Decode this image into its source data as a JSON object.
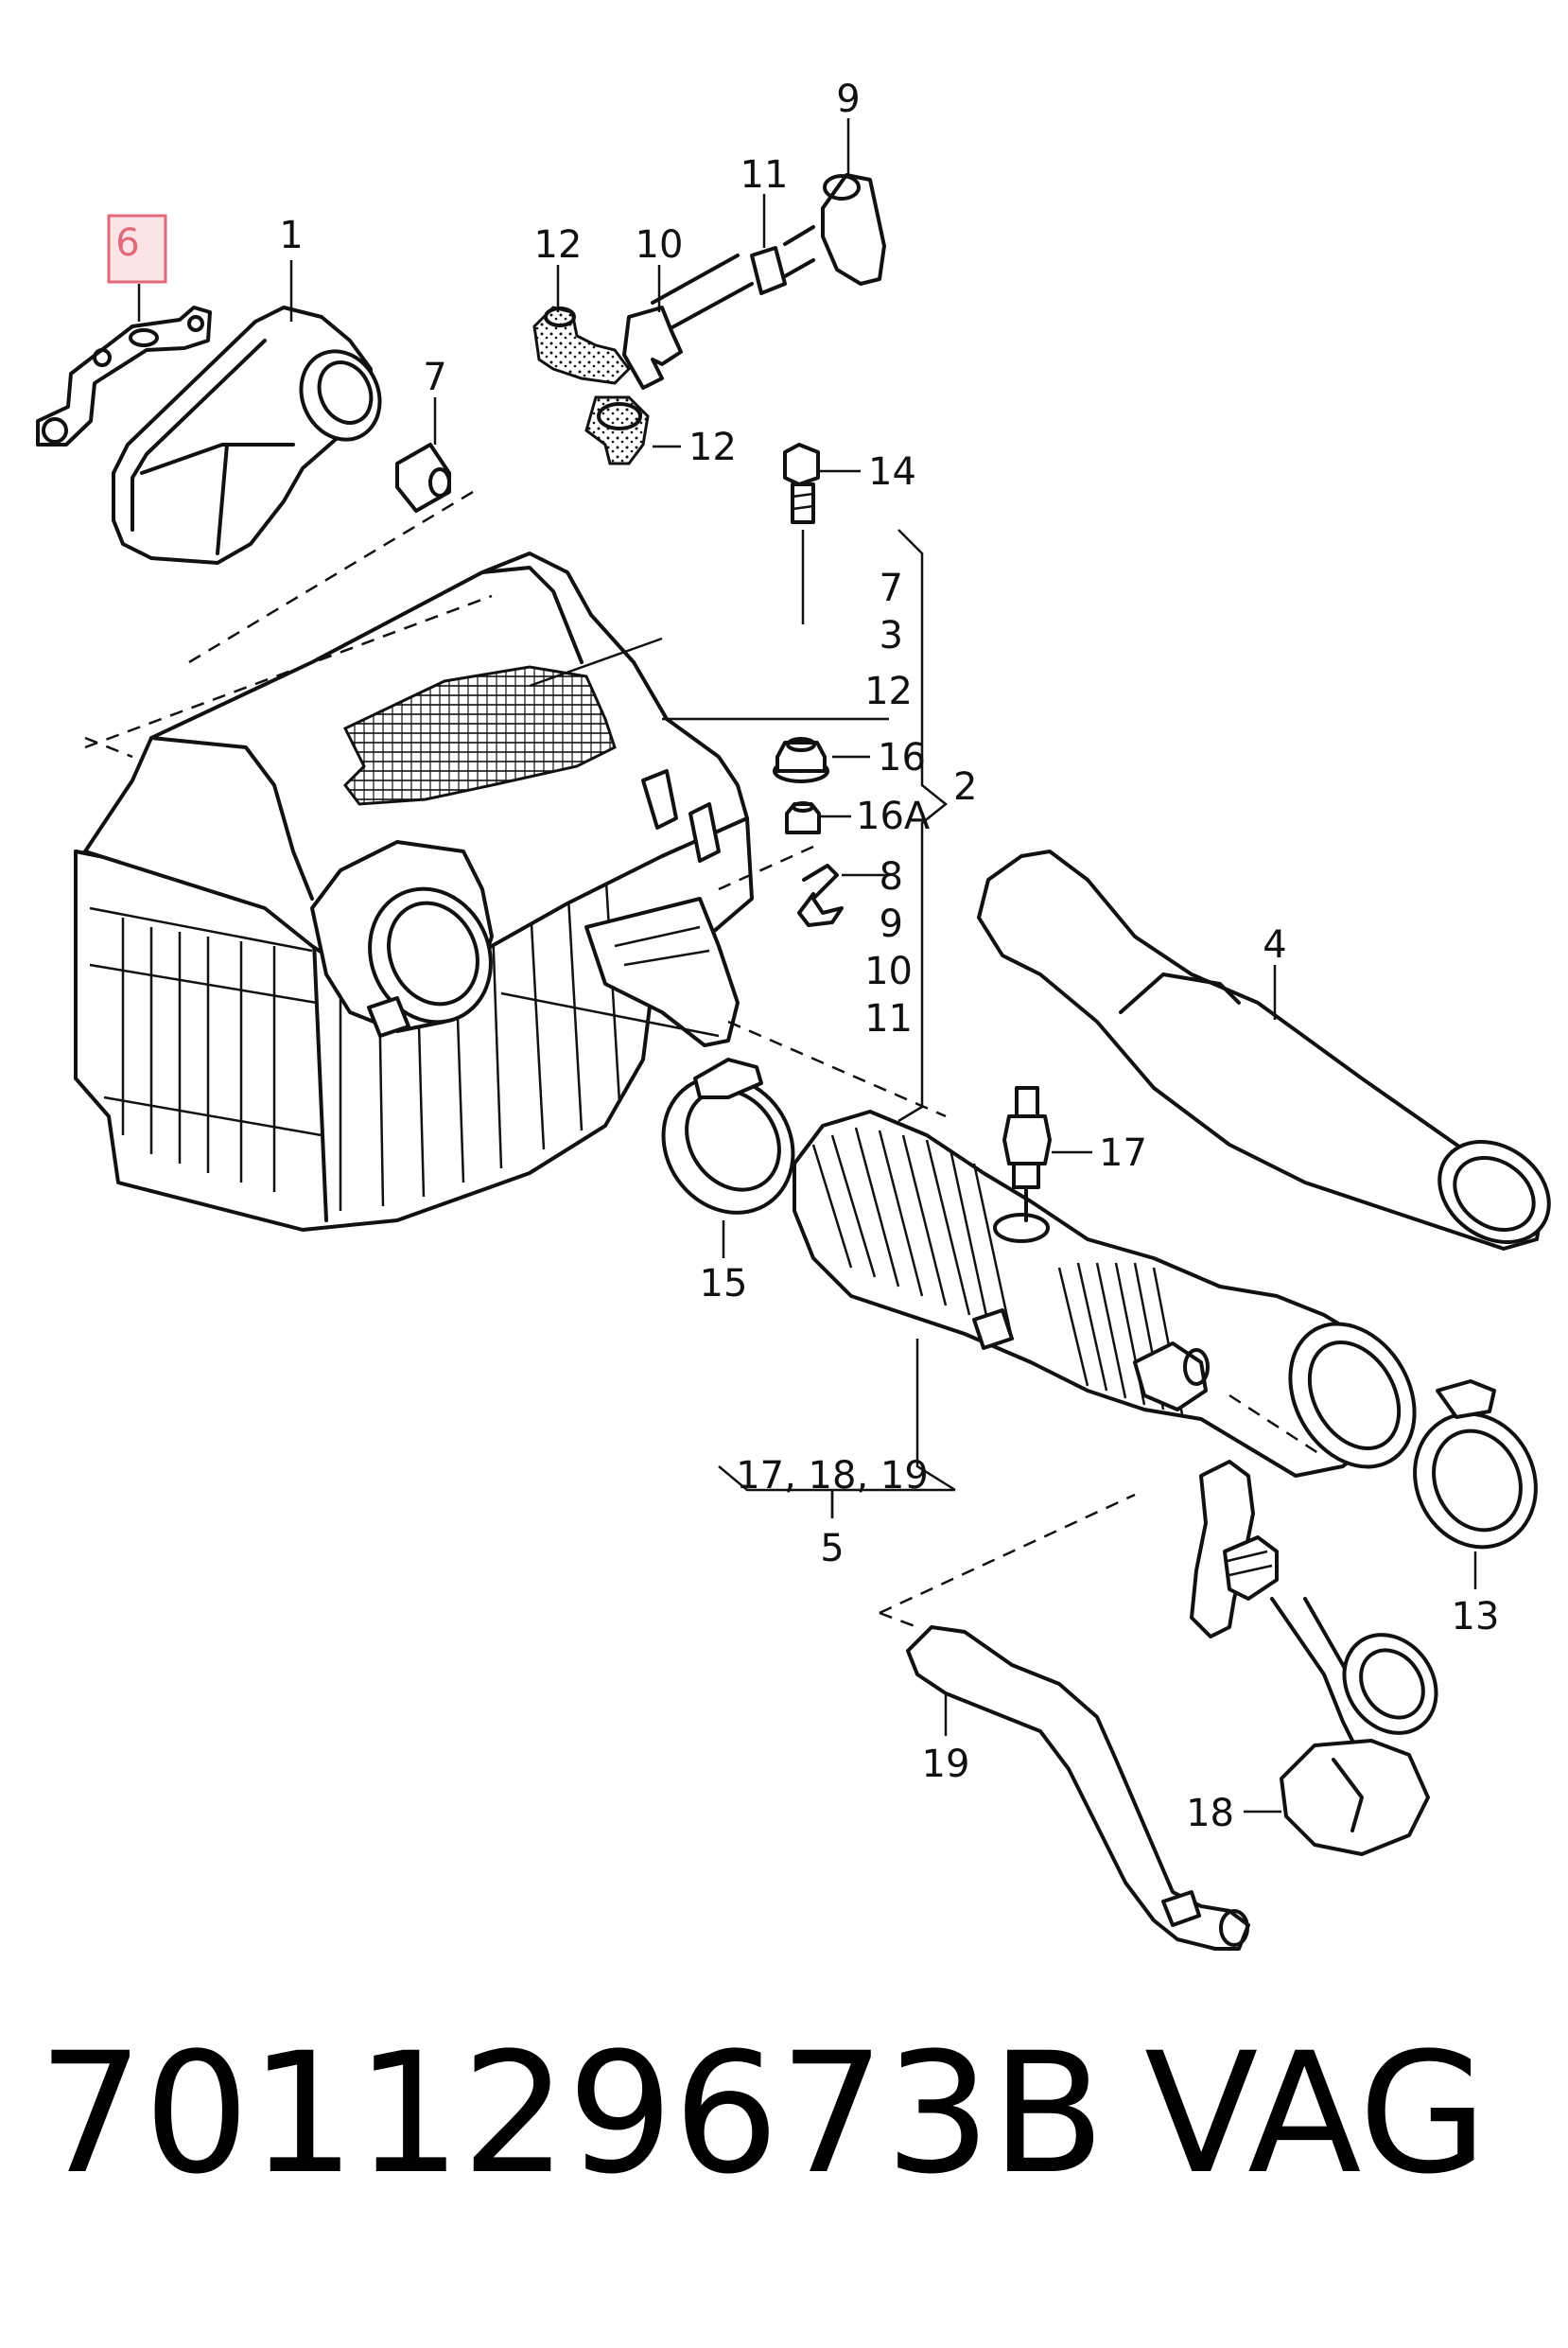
{
  "labels": {
    "l1": "1",
    "l6": "6",
    "l7a": "7",
    "l9a": "9",
    "l10a": "10",
    "l11a": "11",
    "l12a": "12",
    "l12b": "12",
    "l14": "14",
    "g_7": "7",
    "g_3": "3",
    "g_12": "12",
    "g_16": "16",
    "g_16a": "16A",
    "g_8": "8",
    "g_9": "9",
    "g_10": "10",
    "g_11": "11",
    "g_2": "2",
    "l4": "4",
    "l17": "17",
    "l15": "15",
    "l17_18_19": "17, 18, 19",
    "l5": "5",
    "l13": "13",
    "l19": "19",
    "l18": "18"
  },
  "highlight": {
    "color": "#e06a7a",
    "fill": "#fbe3e6",
    "part": "6"
  },
  "footer": {
    "part_number": "701129673B",
    "brand": "VAG"
  }
}
